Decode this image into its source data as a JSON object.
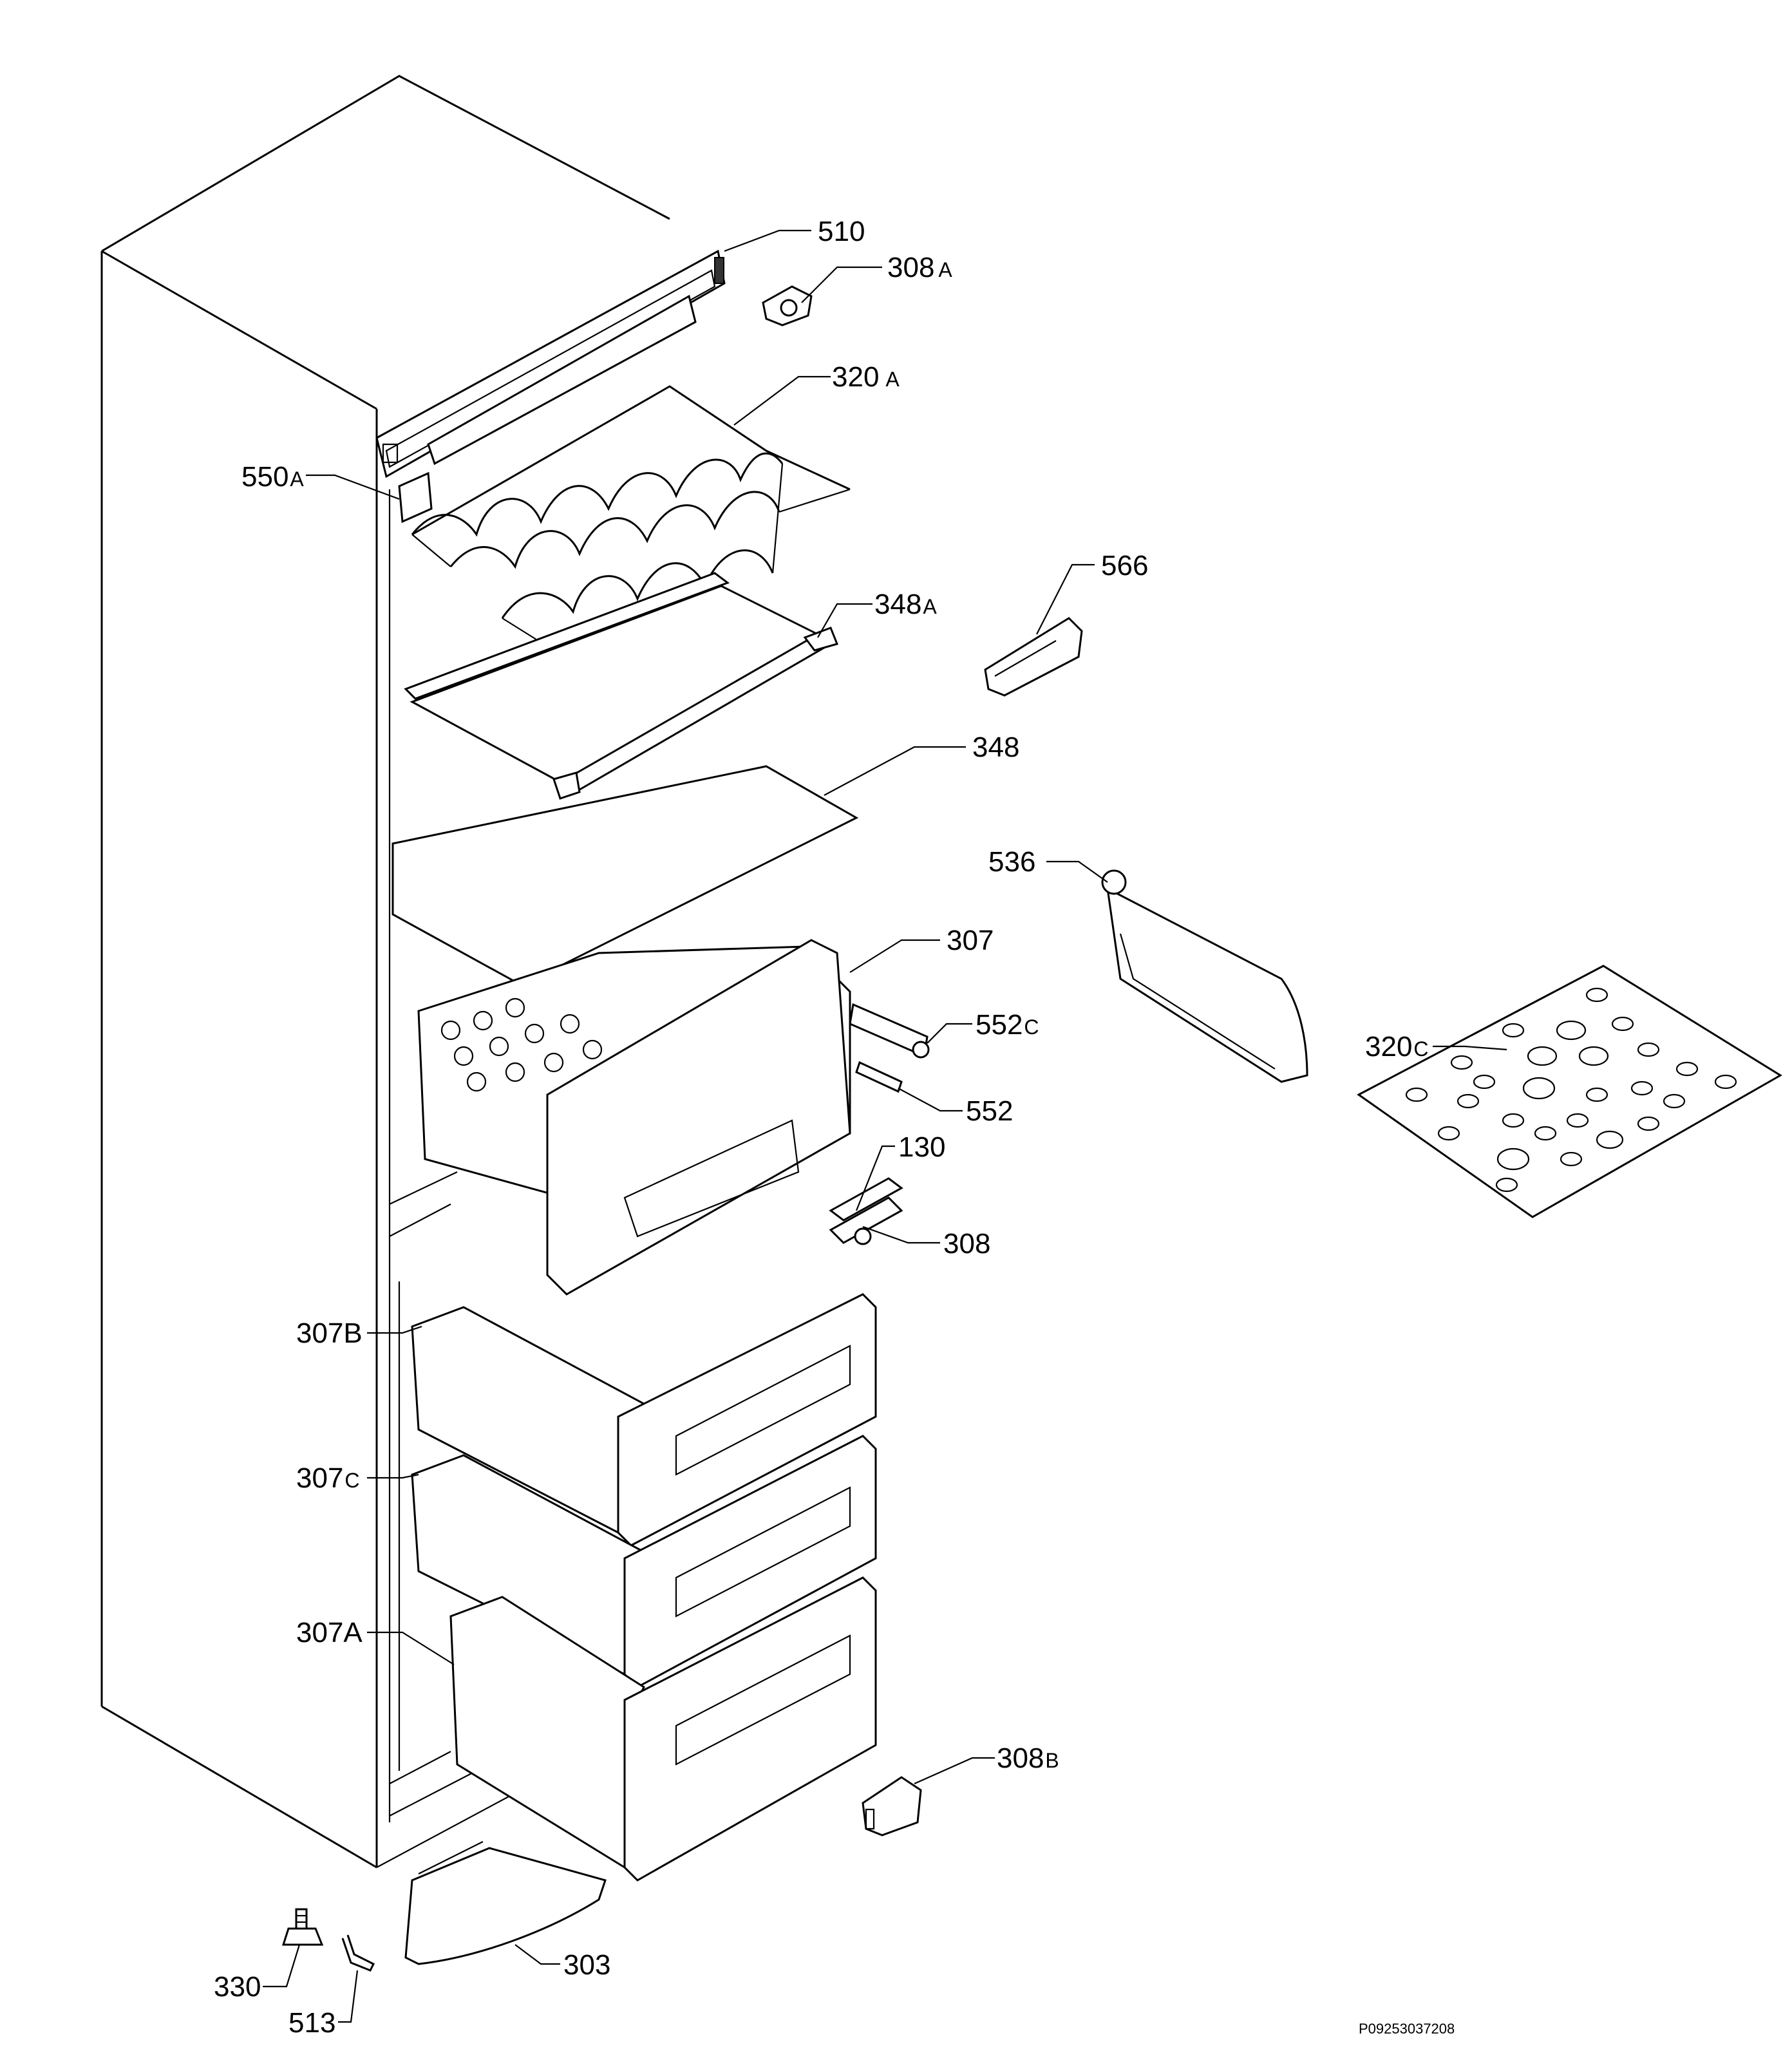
{
  "diagram_code": "P09253037208",
  "labels": {
    "l510": {
      "num": "510",
      "suffix": ""
    },
    "l308a": {
      "num": "308",
      "suffix": "A"
    },
    "l320a": {
      "num": "320",
      "suffix": "A"
    },
    "l550a": {
      "num": "550",
      "suffix": "A"
    },
    "l566": {
      "num": "566",
      "suffix": ""
    },
    "l348a": {
      "num": "348",
      "suffix": "A"
    },
    "l348": {
      "num": "348",
      "suffix": ""
    },
    "l536": {
      "num": "536",
      "suffix": ""
    },
    "l307": {
      "num": "307",
      "suffix": ""
    },
    "l320c": {
      "num": "320",
      "suffix": "C"
    },
    "l552c": {
      "num": "552",
      "suffix": "C"
    },
    "l552": {
      "num": "552",
      "suffix": ""
    },
    "l130": {
      "num": "130",
      "suffix": ""
    },
    "l308": {
      "num": "308",
      "suffix": ""
    },
    "l307b": {
      "num": "307B",
      "suffix": ""
    },
    "l307c": {
      "num": "307",
      "suffix": "C"
    },
    "l307a": {
      "num": "307A",
      "suffix": ""
    },
    "l308b": {
      "num": "308",
      "suffix": "B"
    },
    "l303": {
      "num": "303",
      "suffix": ""
    },
    "l330": {
      "num": "330",
      "suffix": ""
    },
    "l513": {
      "num": "513",
      "suffix": ""
    }
  }
}
